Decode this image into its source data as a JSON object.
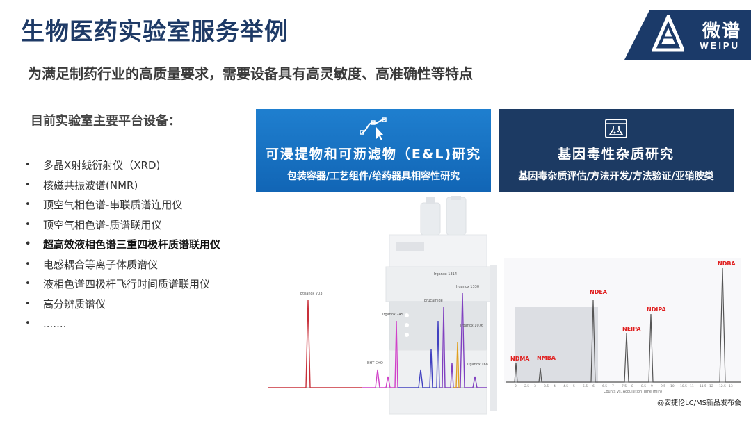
{
  "header": {
    "title": "生物医药实验室服务举例",
    "logo": {
      "cn": "微谱",
      "en": "WEIPU",
      "brand_color": "#1b3a69"
    }
  },
  "subtitle": "为满足制药行业的高质量要求，需要设备具有高灵敏度、高准确性等特点",
  "platform": {
    "heading": "目前实验室主要平台设备：",
    "items": [
      {
        "label": "多晶X射线衍射仪（XRD)",
        "bold": false
      },
      {
        "label": "核磁共振波谱(NMR)",
        "bold": false
      },
      {
        "label": "顶空气相色谱-串联质谱连用仪",
        "bold": false
      },
      {
        "label": "顶空气相色谱-质谱联用仪",
        "bold": false
      },
      {
        "label": "超高效液相色谱三重四极杆质谱联用仪",
        "bold": true
      },
      {
        "label": "电感耦合等离子体质谱仪",
        "bold": false
      },
      {
        "label": "液相色谱四极杆飞行时间质谱联用仪",
        "bold": false
      },
      {
        "label": "高分辨质谱仪",
        "bold": false
      },
      {
        "label": ".......",
        "bold": false
      }
    ]
  },
  "cards": {
    "el": {
      "icon": "curve-cursor-icon",
      "title": "可浸提物和可沥滤物（E&L)研究",
      "subtitle": "包装容器/工艺组件/给药器具相容性研究",
      "color": "#1673c4"
    },
    "gi": {
      "icon": "flask-screen-icon",
      "title": "基因毒性杂质研究",
      "subtitle": "基因毒杂质评估/方法开发/方法验证/亚硝胺类",
      "color": "#1c3a63"
    }
  },
  "chromatogram_left": {
    "peak_labels": [
      "Ethanox 703",
      "Irganox 245",
      "Irganox 1314",
      "Irganox 1330",
      "Erucamide",
      "Irganox 1076",
      "BHT-CHO",
      "Irganox 168"
    ]
  },
  "chromatogram_right": {
    "peak_labels": [
      "NDMA",
      "NMBA",
      "NDEA",
      "NEIPA",
      "NDIPA",
      "NDBA"
    ],
    "axis_label": "Counts vs. Acquisition Time (min)",
    "x_ticks": [
      "2",
      "2.5",
      "3",
      "3.5",
      "4",
      "4.5",
      "5",
      "5.5",
      "6",
      "6.5",
      "7",
      "7.5",
      "8",
      "8.5",
      "9",
      "9.5",
      "10",
      "10.5",
      "11",
      "11.5",
      "12",
      "12.5",
      "13"
    ]
  },
  "footer": {
    "note": "@安捷伦LC/MS新品发布会"
  }
}
